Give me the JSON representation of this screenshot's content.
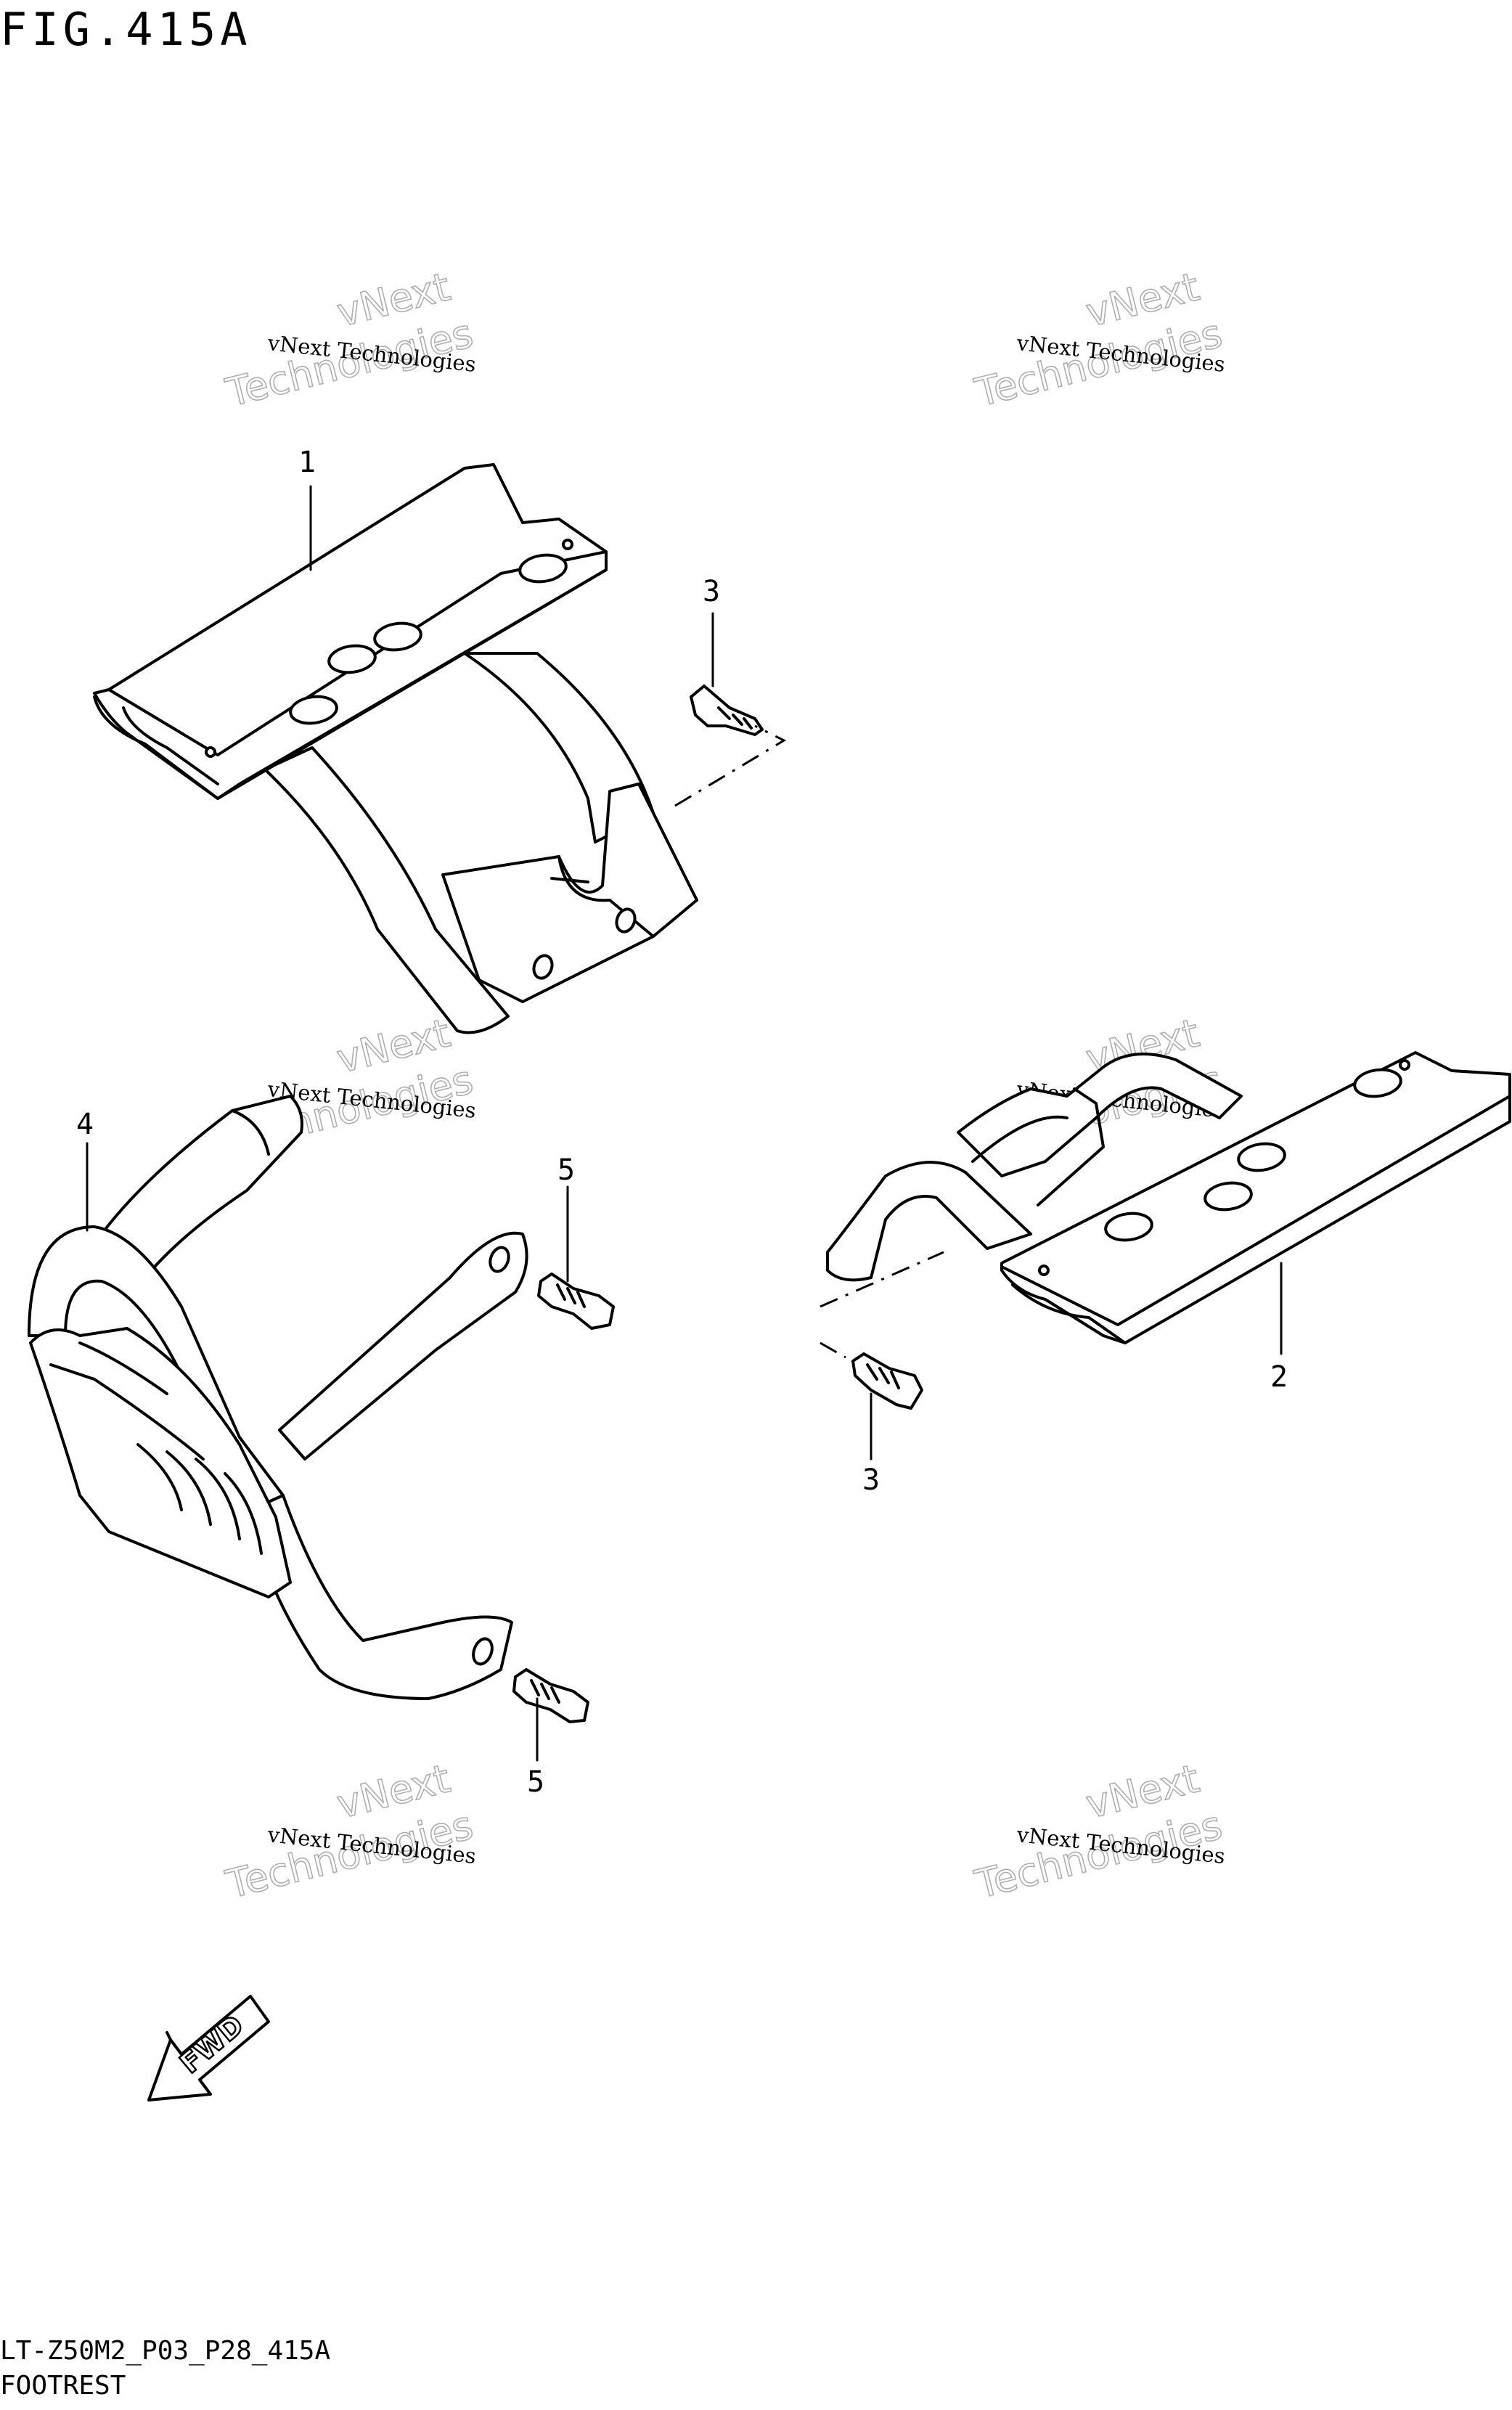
{
  "figure_title": "FIG.415A",
  "model_code": "LT-Z50M2_P03_P28_415A",
  "caption": "FOOTREST",
  "direction_label": "FWD",
  "callouts": {
    "c1": "1",
    "c2": "2",
    "c3a": "3",
    "c3b": "3",
    "c4": "4",
    "c5a": "5",
    "c5b": "5"
  },
  "watermark": {
    "line1": "vNext Technologies",
    "brand_top": "vNext",
    "brand_bottom": "Technologies"
  },
  "colors": {
    "ink": "#000000",
    "background": "#ffffff",
    "watermark": "#9a9a9a"
  },
  "icons": {
    "direction_arrow": "fwd-arrow-icon"
  }
}
